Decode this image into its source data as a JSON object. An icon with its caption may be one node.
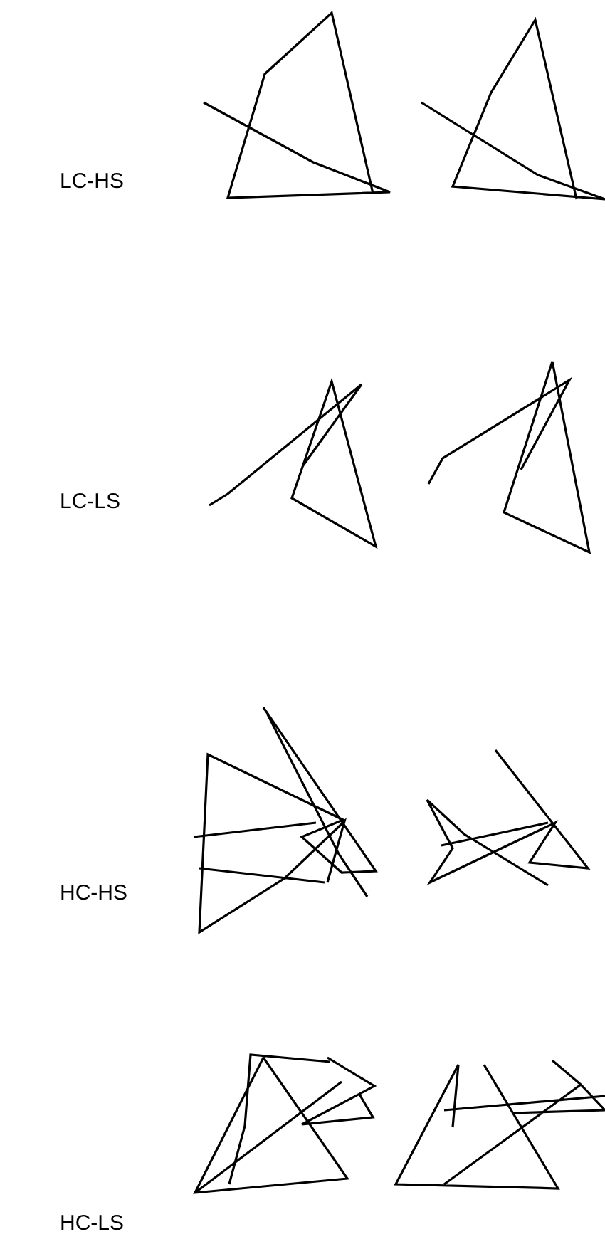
{
  "diagram": {
    "labels": [
      "LC-HS",
      "LC-LS",
      "HC-HS",
      "HC-LS"
    ]
  }
}
